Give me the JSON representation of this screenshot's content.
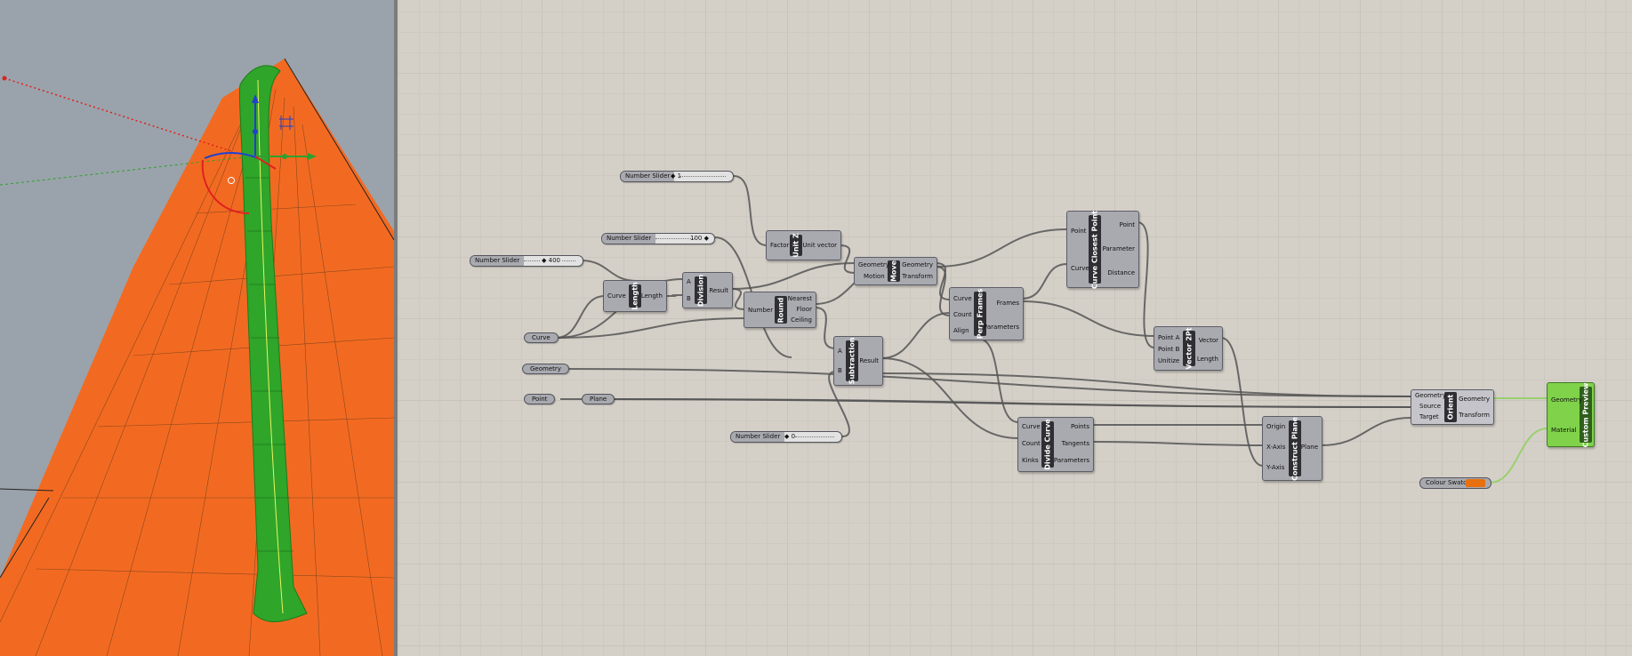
{
  "colors": {
    "canvas_bg": "#d4d0c8",
    "viewport_bg": "#9aa3ab",
    "node_body": "#a9a9b0",
    "node_title": "#2e2e33",
    "preview_green": "#7fd24a",
    "swatch_orange": "#e8700f",
    "surface_orange": "#f26a21",
    "sweep_green": "#2fa52a"
  },
  "sliders": {
    "s1": {
      "label": "Number Slider",
      "value": "1"
    },
    "s2": {
      "label": "Number Slider",
      "value": "100"
    },
    "s3": {
      "label": "Number Slider",
      "value": "400"
    },
    "s4": {
      "label": "Number Slider",
      "value": "0"
    }
  },
  "params": {
    "curve": "Curve",
    "geometry": "Geometry",
    "point": "Point",
    "plane": "Plane"
  },
  "swatch": {
    "label": "Colour Swatch"
  },
  "nodes": {
    "length": {
      "name": "Length",
      "in": [
        "Curve"
      ],
      "out": [
        "Length"
      ]
    },
    "division": {
      "name": "Division",
      "in": [
        "A",
        "B"
      ],
      "out": [
        "Result"
      ]
    },
    "unitz": {
      "name": "Unit Z",
      "in": [
        "Factor"
      ],
      "out": [
        "Unit vector"
      ]
    },
    "round": {
      "name": "Round",
      "in": [
        "Number"
      ],
      "out": [
        "Nearest",
        "Floor",
        "Ceiling"
      ]
    },
    "move": {
      "name": "Move",
      "in": [
        "Geometry",
        "Motion"
      ],
      "out": [
        "Geometry",
        "Transform"
      ]
    },
    "subtraction": {
      "name": "Subtraction",
      "in": [
        "A",
        "B"
      ],
      "out": [
        "Result"
      ]
    },
    "perpframes": {
      "name": "Perp Frames",
      "in": [
        "Curve",
        "Count",
        "Align"
      ],
      "out": [
        "Frames",
        "Parameters"
      ]
    },
    "ccp": {
      "name": "Curve Closest Point",
      "in": [
        "Point",
        "Curve"
      ],
      "out": [
        "Point",
        "Parameter",
        "Distance"
      ]
    },
    "vector2pt": {
      "name": "Vector 2Pt",
      "in": [
        "Point A",
        "Point B",
        "Unitize"
      ],
      "out": [
        "Vector",
        "Length"
      ]
    },
    "dividecurve": {
      "name": "Divide Curve",
      "in": [
        "Curve",
        "Count",
        "Kinks"
      ],
      "out": [
        "Points",
        "Tangents",
        "Parameters"
      ]
    },
    "constructplane": {
      "name": "Construct Plane",
      "in": [
        "Origin",
        "X-Axis",
        "Y-Axis"
      ],
      "out": [
        "Plane"
      ]
    },
    "orient": {
      "name": "Orient",
      "in": [
        "Geometry",
        "Source",
        "Target"
      ],
      "out": [
        "Geometry",
        "Transform"
      ]
    },
    "custompreview": {
      "name": "Custom Preview",
      "in": [
        "Geometry",
        "Material"
      ],
      "out": []
    }
  }
}
